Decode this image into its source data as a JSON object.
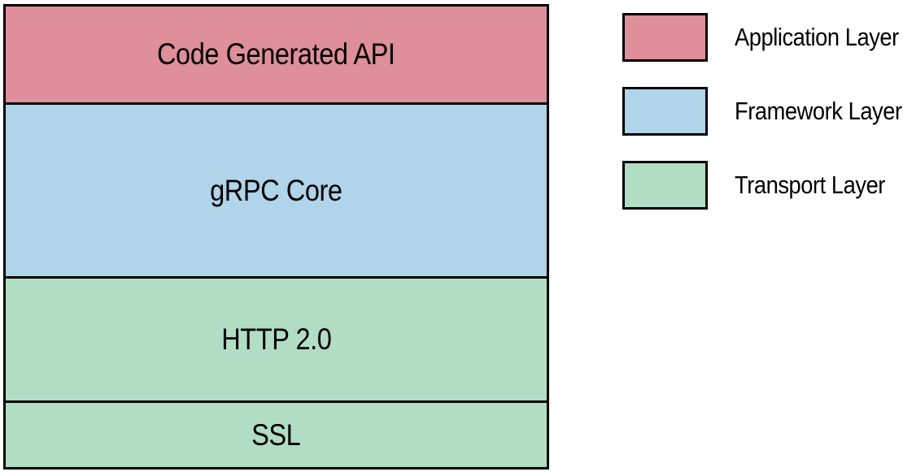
{
  "diagram": {
    "type": "layered-stack",
    "border_color": "#000000",
    "background_color": "#ffffff"
  },
  "colors": {
    "application": "#de8f99",
    "framework": "#b0d4ea",
    "transport": "#b2ddc5"
  },
  "stack": {
    "layers": [
      {
        "label": "Code Generated API",
        "category": "application",
        "color": "#de8f99"
      },
      {
        "label": "gRPC Core",
        "category": "framework",
        "color": "#b0d4ea"
      },
      {
        "label": "HTTP 2.0",
        "category": "transport",
        "color": "#b2ddc5"
      },
      {
        "label": "SSL",
        "category": "transport",
        "color": "#b2ddc5"
      }
    ]
  },
  "legend": {
    "items": [
      {
        "label": "Application Layer",
        "color": "#de8f99"
      },
      {
        "label": "Framework Layer",
        "color": "#b0d4ea"
      },
      {
        "label": "Transport Layer",
        "color": "#b2ddc5"
      }
    ]
  }
}
